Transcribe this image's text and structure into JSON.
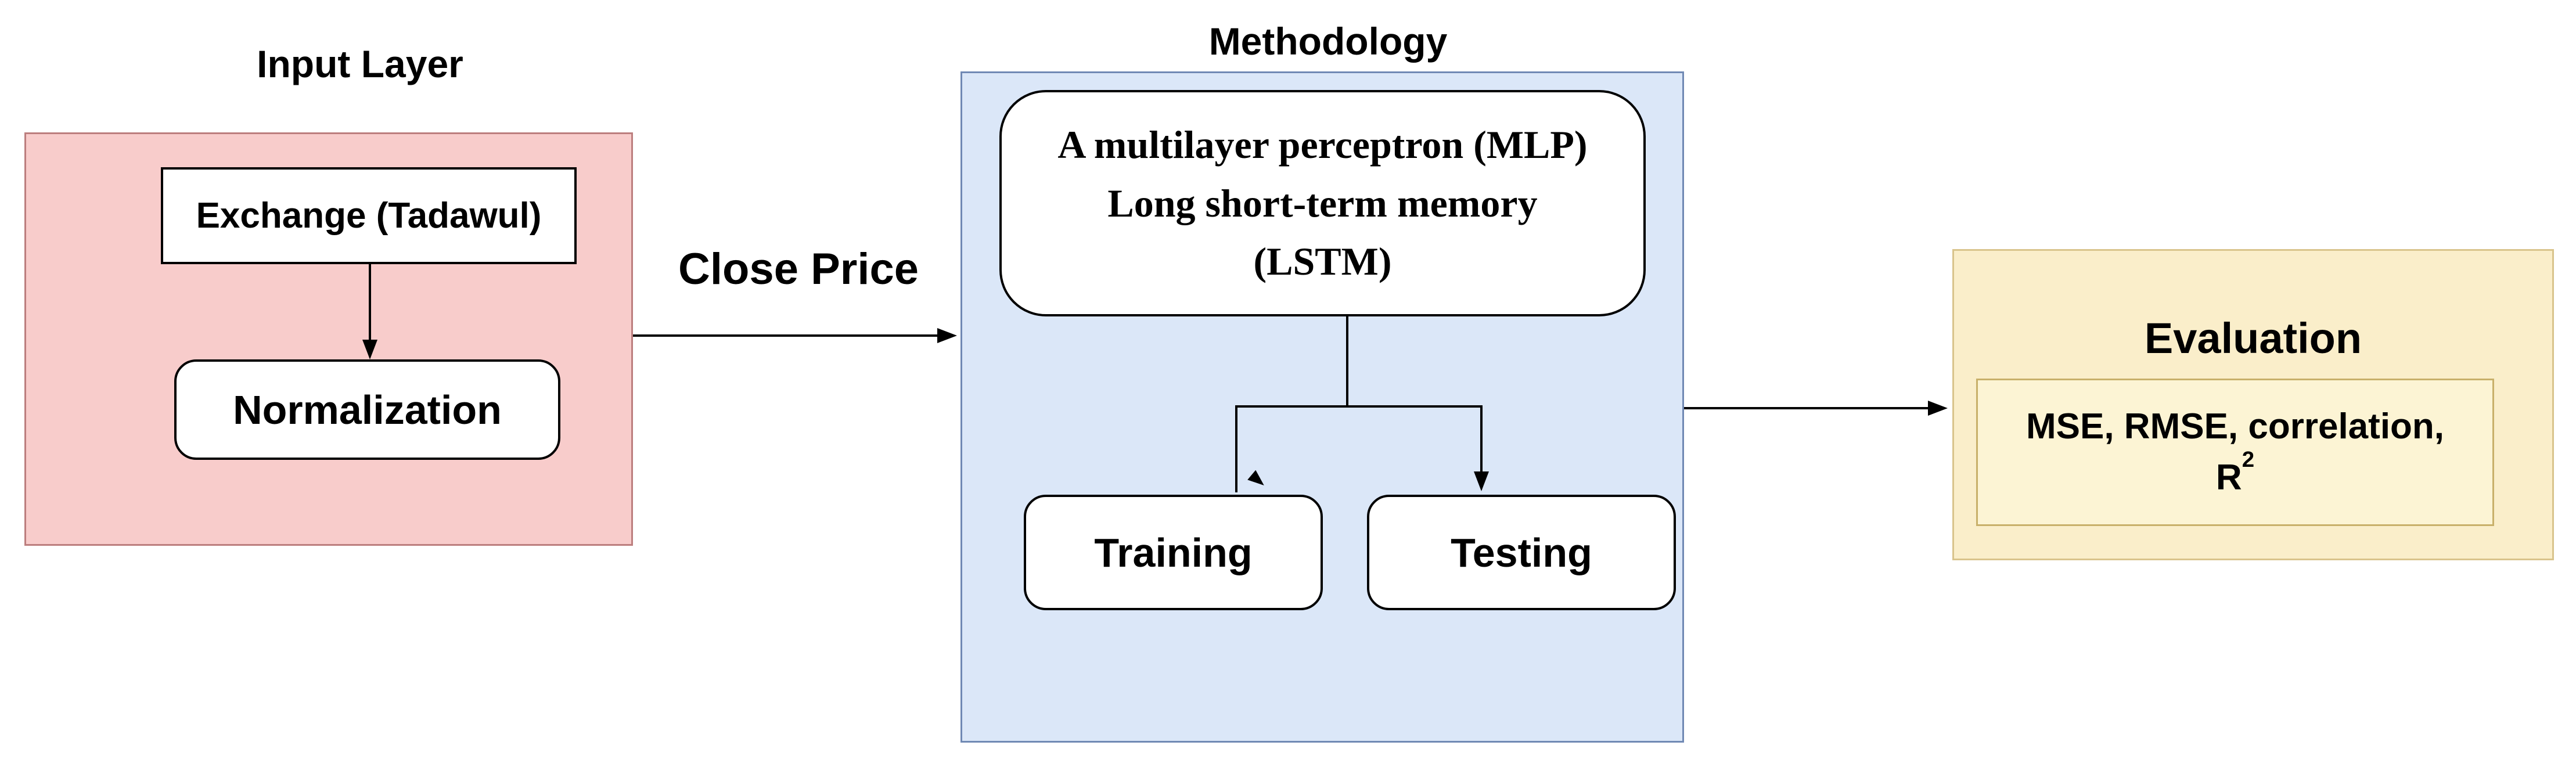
{
  "input_layer": {
    "title": "Input Layer",
    "exchange_label": "Exchange (Tadawul)",
    "normalization_label": "Normalization"
  },
  "flow": {
    "close_price_label": "Close Price"
  },
  "methodology": {
    "title": "Methodology",
    "model_line1": "A multilayer perceptron (MLP)",
    "model_line2": "Long short-term memory",
    "model_line3": "(LSTM)",
    "training_label": "Training",
    "testing_label": "Testing"
  },
  "evaluation": {
    "title": "Evaluation",
    "metrics_line1": "MSE, RMSE, correlation,",
    "metrics_base": "R",
    "metrics_sup": "2"
  },
  "colors": {
    "pink_fill": "#f8cccb",
    "pink_border": "#bc7e7e",
    "blue_fill": "#dbe7f8",
    "blue_border": "#7089b4",
    "yellow_fill": "#faeeca",
    "yellow_border": "#d9c48c",
    "yellow_inner_fill": "#fcf4d4",
    "yellow_inner_border": "#c8b06a",
    "line_color": "#000000"
  }
}
